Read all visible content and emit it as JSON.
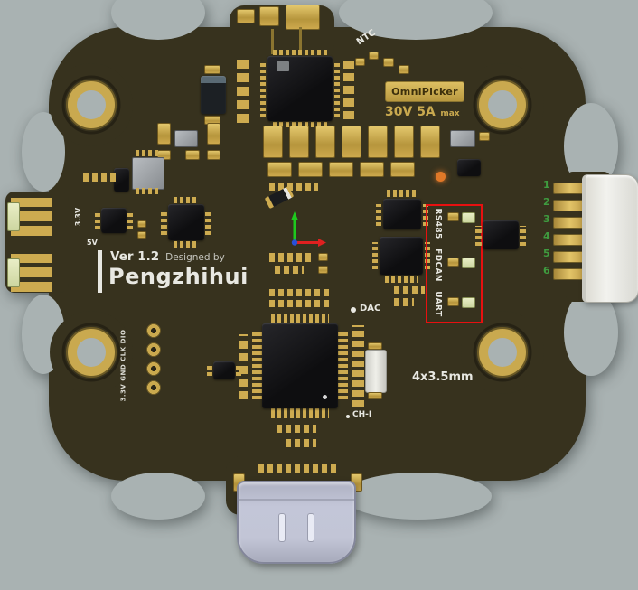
{
  "board": {
    "version": "Ver 1.2",
    "designed_by": "Designed by",
    "author": "Pengzhihui",
    "badge": "OmniPicker",
    "rating": "30V 5A",
    "rating_max": "max",
    "ntc": "NTC",
    "dac": "DAC",
    "channel_label": "CH-I",
    "mount_note": "4x3.5mm",
    "rail_3v3": "3.3V",
    "rail_5v": "5V",
    "debug_header": "3.3V GND CLK DIO",
    "interfaces": [
      "RS485",
      "FDCAN",
      "UART"
    ],
    "connector_pins": [
      "1",
      "2",
      "3",
      "4",
      "5",
      "6"
    ]
  },
  "colors": {
    "background": "#a9b2b2",
    "soldermask": "#37321e",
    "copper": "#c9a94f",
    "silkscreen": "#e8e8e2",
    "annotation_red": "#e81010",
    "pin_green": "#3f9b3f",
    "usb_shell": "#c3c6d8",
    "connector_white": "#f2f2ee",
    "led_orange": "#e07828"
  }
}
